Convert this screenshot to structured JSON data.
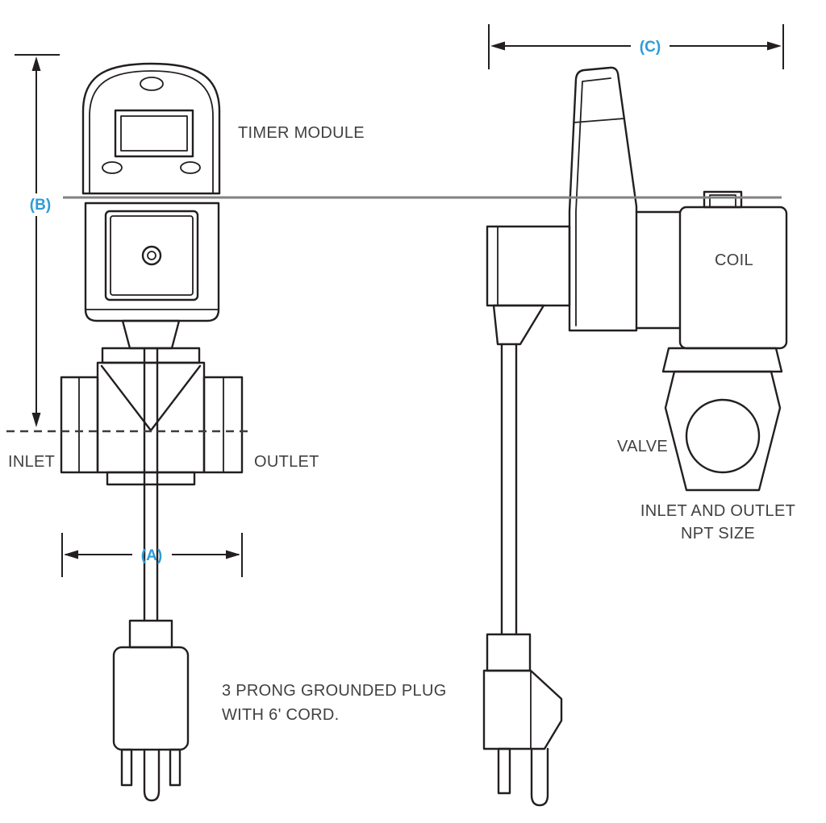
{
  "title": "Timer controlled drain valve dimensional drawing",
  "colors": {
    "line": "#231F20",
    "dimension": "#2E9BD5",
    "label": "#414042",
    "reference_line": "#808285"
  },
  "front_view": {
    "timer_module_label": "TIMER MODULE",
    "inlet_label": "INLET",
    "outlet_label": "OUTLET",
    "plug_note_line1": "3 PRONG GROUNDED PLUG",
    "plug_note_line2": "WITH 6' CORD."
  },
  "side_view": {
    "coil_label": "COIL",
    "valve_label": "VALVE",
    "npt_note_line1": "INLET AND OUTLET",
    "npt_note_line2": "NPT SIZE"
  },
  "dimensions": {
    "a": "(A)",
    "b": "(B)",
    "c": "(C)"
  }
}
